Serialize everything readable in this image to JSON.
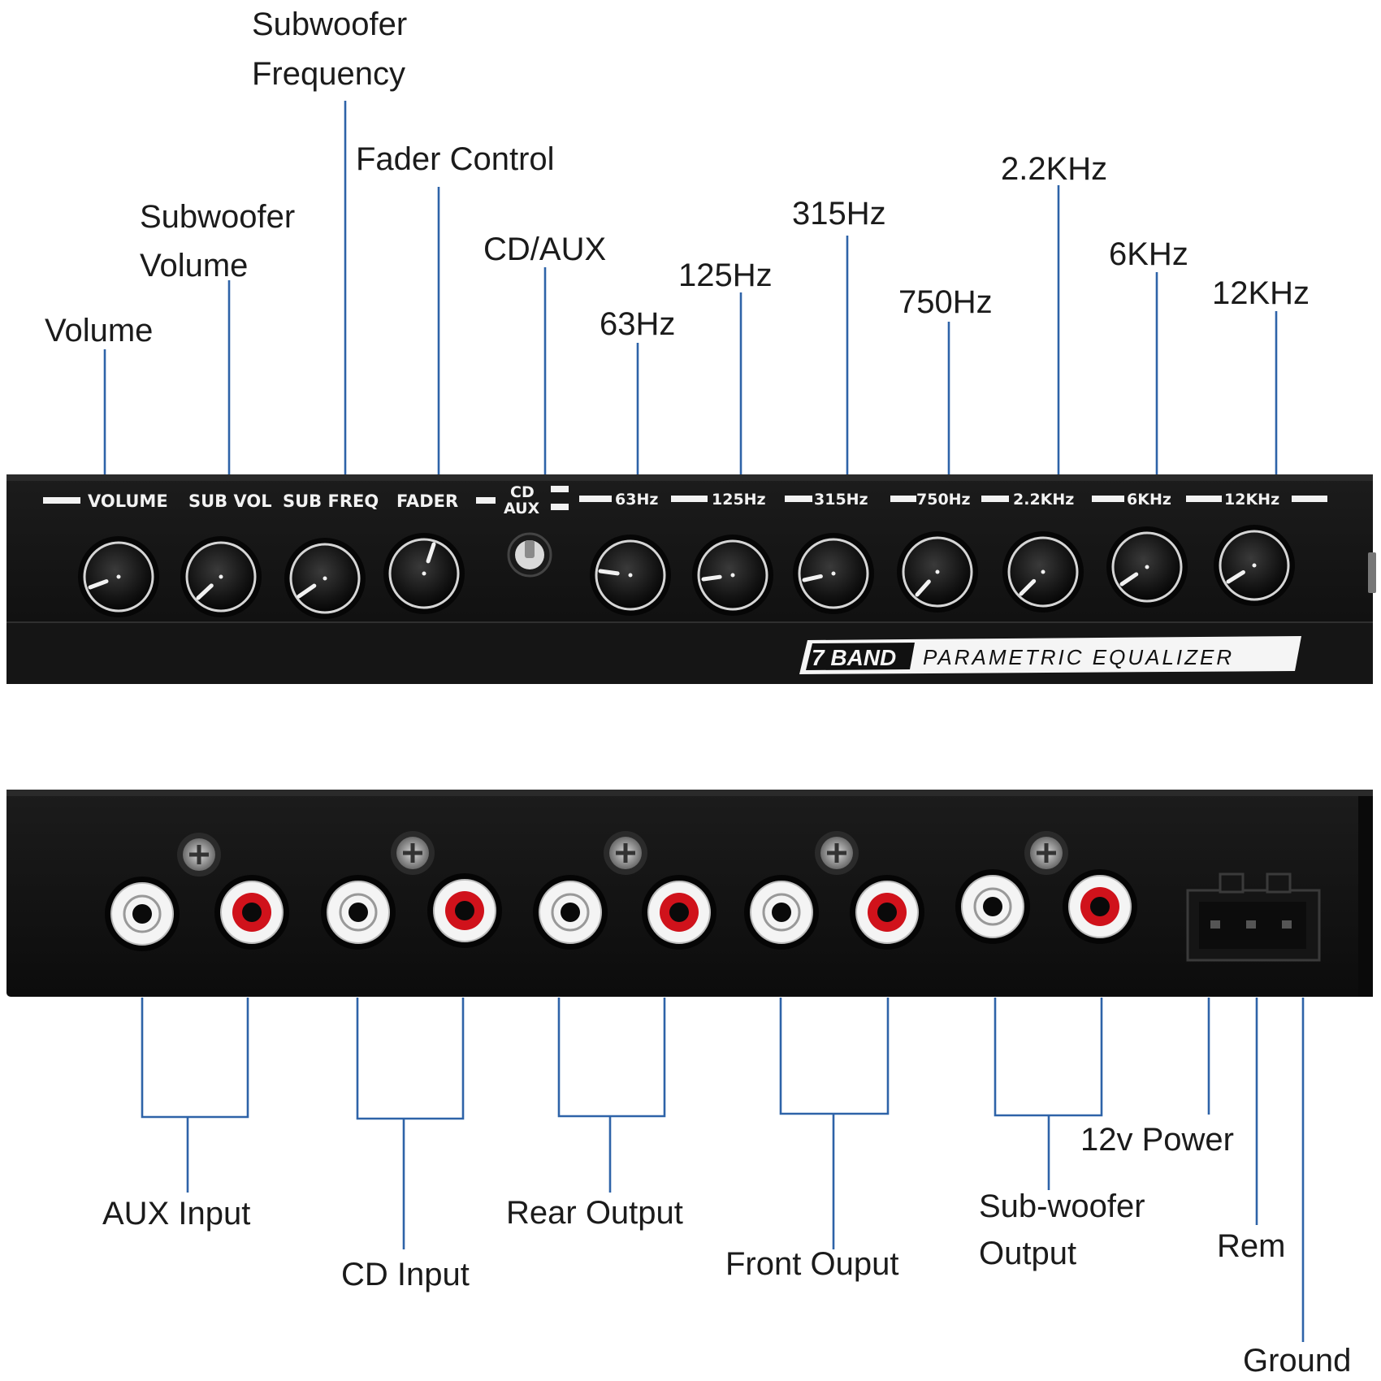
{
  "front_callouts": {
    "volume": "Volume",
    "sub_volume_1": "Subwoofer",
    "sub_volume_2": "Volume",
    "sub_freq_1": "Subwoofer",
    "sub_freq_2": "Frequency",
    "fader": "Fader Control",
    "cd_aux": "CD/AUX",
    "band_63": "63Hz",
    "band_125": "125Hz",
    "band_315": "315Hz",
    "band_750": "750Hz",
    "band_2k2": "2.2KHz",
    "band_6k": "6KHz",
    "band_12k": "12KHz"
  },
  "front_panel": {
    "volume": "VOLUME",
    "sub_vol": "SUB VOL",
    "sub_freq": "SUB FREQ",
    "fader": "FADER",
    "cd": "CD",
    "aux": "AUX",
    "bands": [
      "63Hz",
      "125Hz",
      "315Hz",
      "750Hz",
      "2.2KHz",
      "6KHz",
      "12KHz"
    ],
    "badge_band": "7 BAND",
    "badge_text": "PARAMETRIC EQUALIZER"
  },
  "rear_callouts": {
    "aux_input": "AUX Input",
    "cd_input": "CD Input",
    "rear_output": "Rear Output",
    "front_output": "Front Ouput",
    "sub_output_1": "Sub-woofer",
    "sub_output_2": "Output",
    "power": "12v Power",
    "rem": "Rem",
    "ground": "Ground"
  },
  "colors": {
    "panel": "#111111",
    "leader": "#2e63a8",
    "rca_red": "#d0121b",
    "rca_white": "#f4f4f4"
  }
}
